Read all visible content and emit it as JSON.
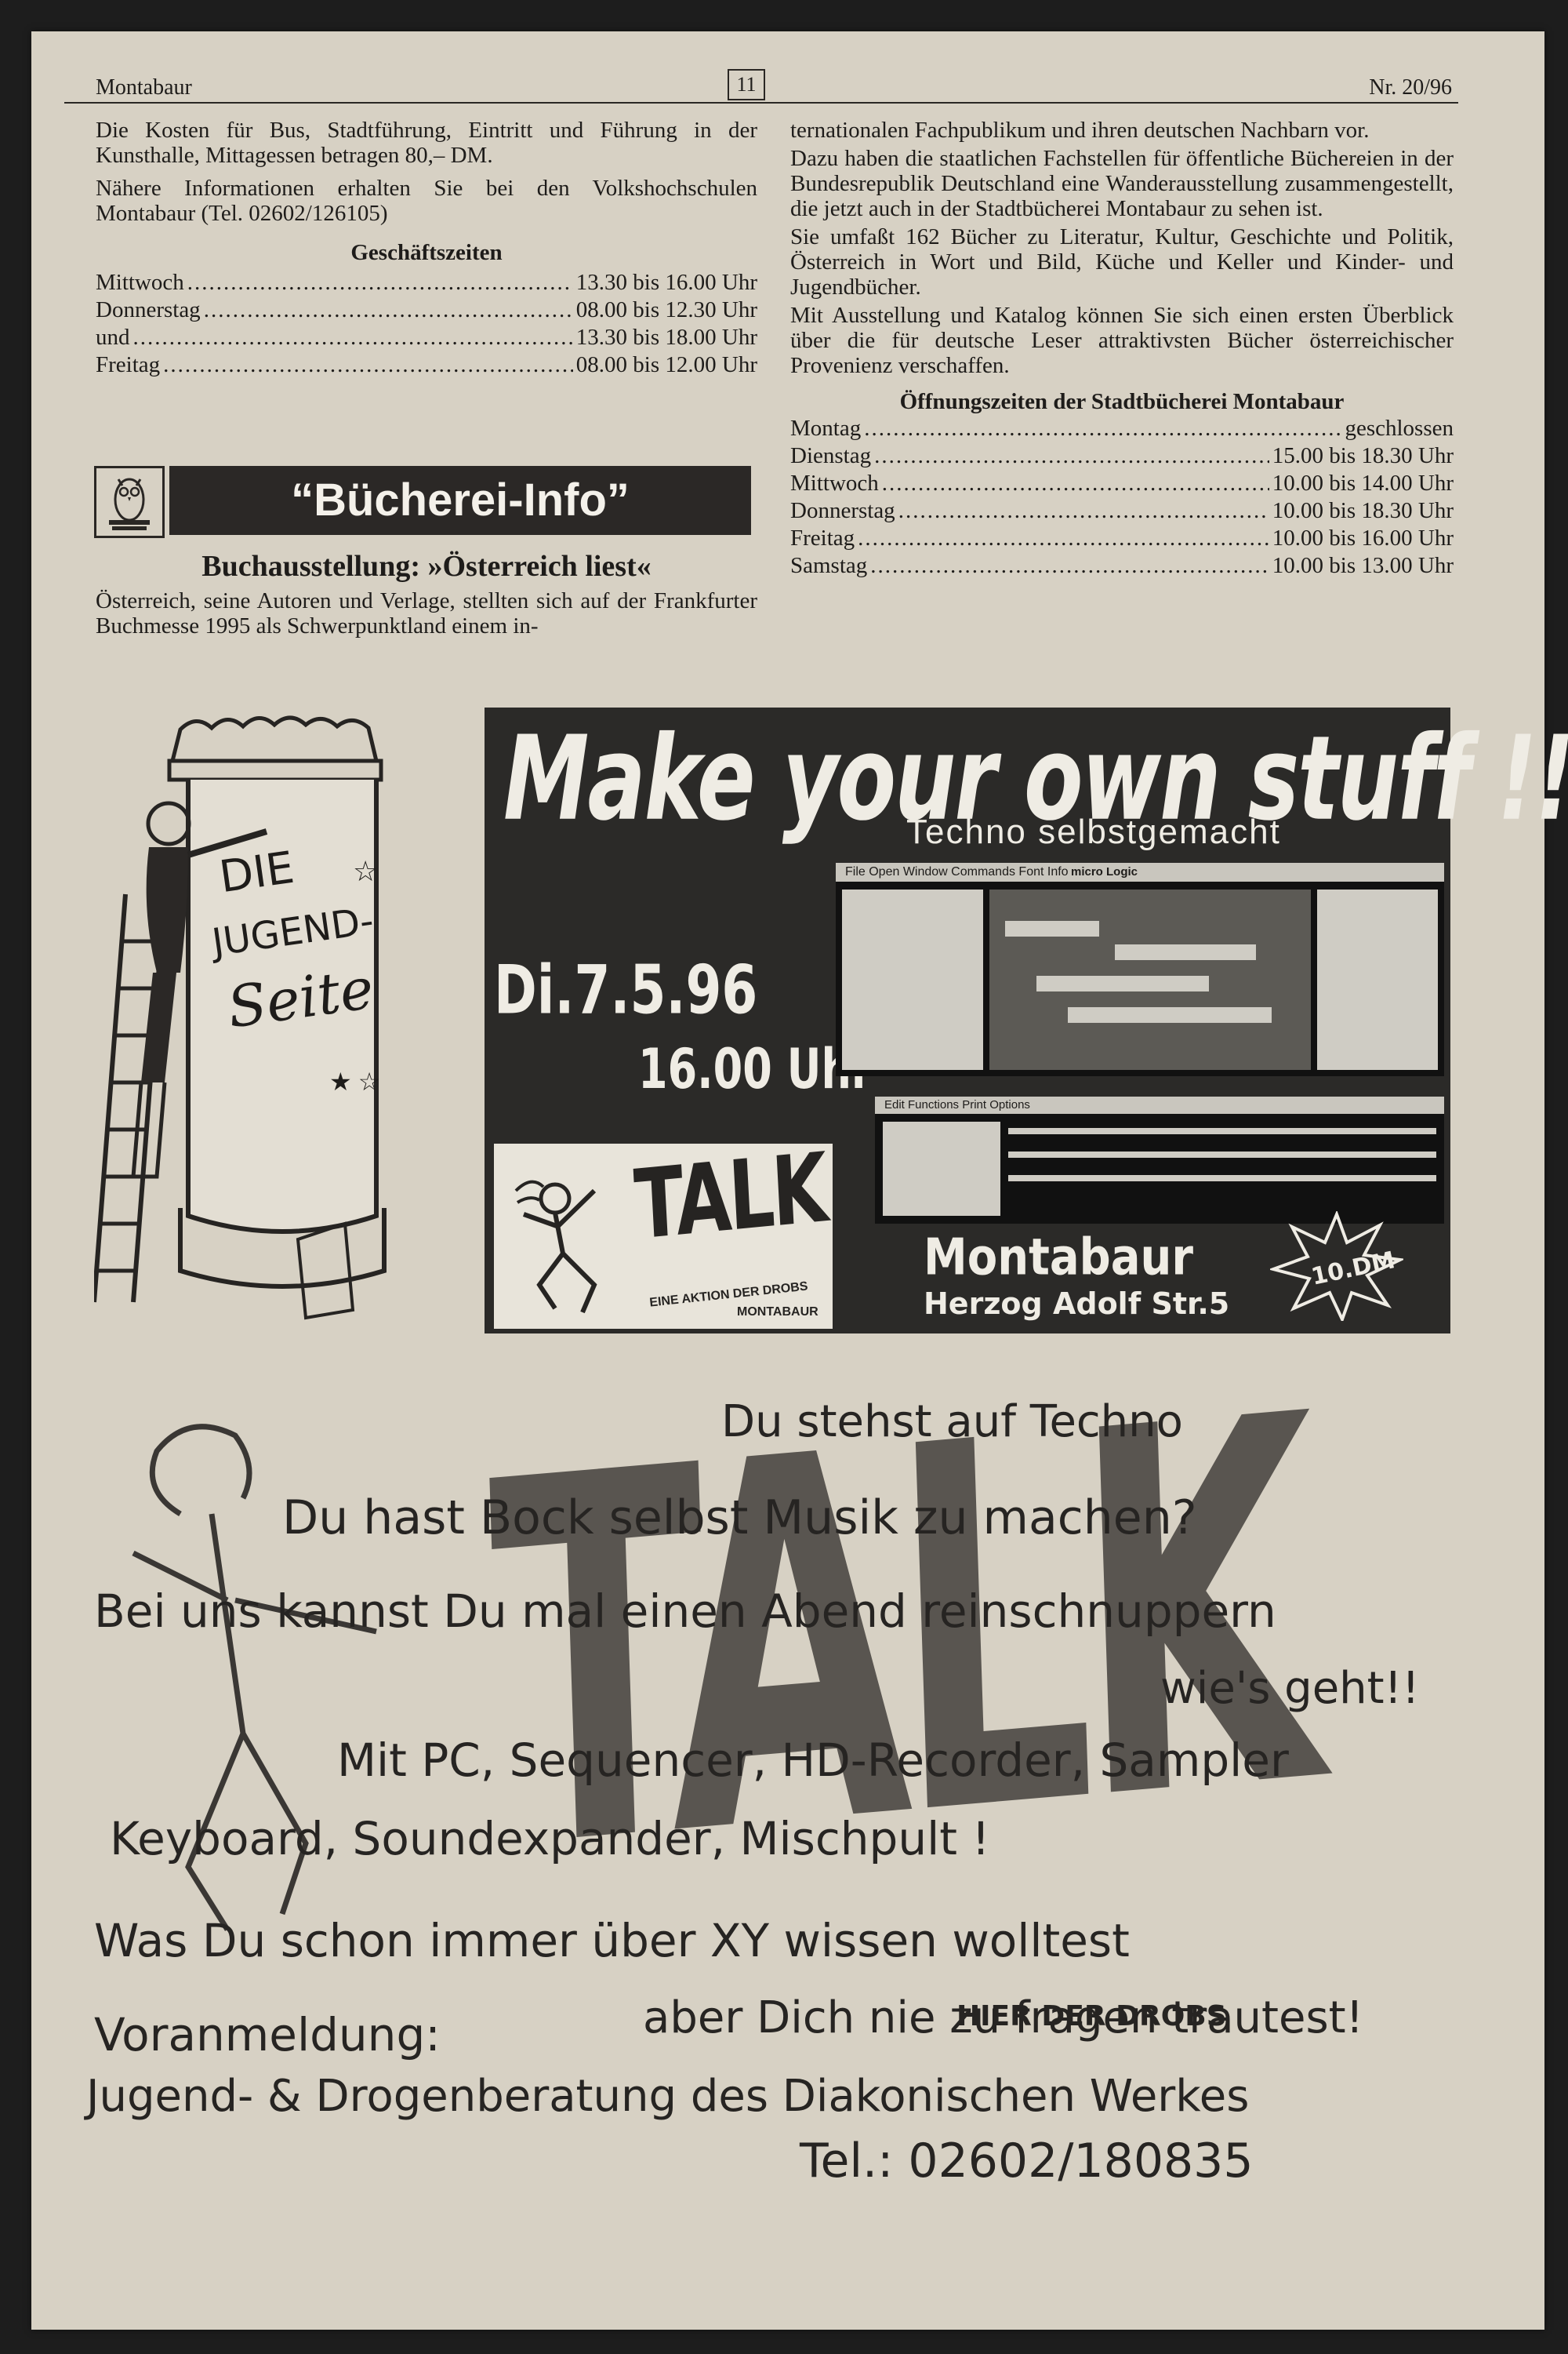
{
  "header": {
    "left": "Montabaur",
    "page": "11",
    "right": "Nr. 20/96"
  },
  "left_column": {
    "p1": "Die Kosten für Bus, Stadtführung, Eintritt und Führung in der Kunsthalle, Mittagessen betragen 80,– DM.",
    "p2": "Nähere Informationen erhalten Sie bei den Volkshochschulen Montabaur (Tel. 02602/126105)",
    "hours_title": "Geschäftszeiten",
    "hours": [
      {
        "day": "Mittwoch",
        "time": "13.30 bis 16.00 Uhr"
      },
      {
        "day": "Donnerstag",
        "time": "08.00 bis 12.30 Uhr"
      },
      {
        "day": "und",
        "time": "13.30 bis 18.00 Uhr"
      },
      {
        "day": "Freitag",
        "time": "08.00 bis 12.00 Uhr"
      }
    ],
    "banner": "“Bücherei-Info”",
    "article_title": "Buchausstellung: »Österreich liest«",
    "article_p": "Österreich, seine Autoren und Verlage, stellten sich auf der Frankfurter Buchmesse 1995 als Schwerpunktland einem in-"
  },
  "right_column": {
    "p1": "ternationalen Fachpublikum und ihren deutschen Nachbarn vor.",
    "p2": "Dazu haben die staatlichen Fachstellen für öffentliche Büchereien in der Bundesrepublik Deutschland eine Wanderausstellung zusammengestellt, die jetzt auch in der Stadtbücherei Montabaur zu sehen ist.",
    "p3": "Sie umfaßt 162 Bücher zu Literatur, Kultur, Geschichte und Politik, Österreich in Wort und Bild, Küche und Keller und Kinder- und Jugendbücher.",
    "p4": "Mit Ausstellung und Katalog können Sie sich einen ersten Überblick über die für deutsche Leser attraktivsten Bücher österreichischer Provenienz verschaffen.",
    "hours_title": "Öffnungszeiten der Stadtbücherei Montabaur",
    "hours": [
      {
        "day": "Montag",
        "time": "geschlossen"
      },
      {
        "day": "Dienstag",
        "time": "15.00 bis 18.30 Uhr"
      },
      {
        "day": "Mittwoch",
        "time": "10.00 bis 14.00 Uhr"
      },
      {
        "day": "Donnerstag",
        "time": "10.00 bis 18.30 Uhr"
      },
      {
        "day": "Freitag",
        "time": "10.00 bis 16.00 Uhr"
      },
      {
        "day": "Samstag",
        "time": "10.00 bis 13.00 Uhr"
      }
    ]
  },
  "jugend": {
    "line1": "DIE",
    "line2": "JUGEND-",
    "line3": "Seite"
  },
  "ad": {
    "headline": "Make your own stuff !!",
    "subhead": "Techno selbstgemacht",
    "date": "Di.7.5.96",
    "time": "16.00 Uhr",
    "talk": "TALK",
    "talk_sub1": "EINE AKTION DER DROBS",
    "talk_sub2": "MONTABAUR",
    "city": "Montabaur",
    "street": "Herzog Adolf Str.5",
    "price": "10.DM",
    "app_menu": "File   Open Window   Commands   Font   Info",
    "app_title": "micro Logic",
    "app_bottom": "Edit  Functions  Print  Options"
  },
  "flyer": {
    "line1": "Du stehst auf Techno",
    "line2": "Du hast Bock selbst Musik zu machen?",
    "line3": "Bei uns kannst Du mal einen Abend reinschnuppern",
    "line4": "wie's geht!!",
    "line5": "Mit PC, Sequencer, HD-Recorder, Sampler",
    "line6": "Keyboard, Soundexpander, Mischpult !",
    "line7": "Was Du schon immer über XY wissen wolltest",
    "line8": "aber Dich nie zu fragen trautest!",
    "stamp": "HIER DER DROBS",
    "big": "TALK",
    "reg_label": "Voranmeldung:",
    "reg_org": "Jugend- & Drogenberatung des Diakonischen Werkes",
    "reg_tel": "Tel.: 02602/180835"
  }
}
